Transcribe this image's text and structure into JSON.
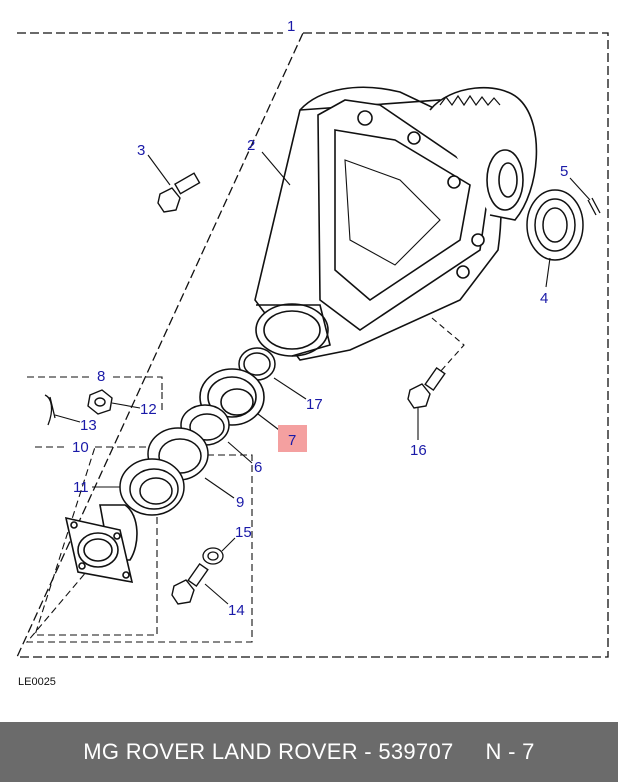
{
  "diagram": {
    "callouts": [
      {
        "id": "1",
        "label": "1"
      },
      {
        "id": "2",
        "label": "2"
      },
      {
        "id": "3",
        "label": "3"
      },
      {
        "id": "4",
        "label": "4"
      },
      {
        "id": "5",
        "label": "5"
      },
      {
        "id": "6",
        "label": "6"
      },
      {
        "id": "7",
        "label": "7"
      },
      {
        "id": "8",
        "label": "8"
      },
      {
        "id": "9",
        "label": "9"
      },
      {
        "id": "10",
        "label": "10"
      },
      {
        "id": "11",
        "label": "11"
      },
      {
        "id": "12",
        "label": "12"
      },
      {
        "id": "13",
        "label": "13"
      },
      {
        "id": "14",
        "label": "14"
      },
      {
        "id": "15",
        "label": "15"
      },
      {
        "id": "16",
        "label": "16"
      },
      {
        "id": "17",
        "label": "17"
      }
    ],
    "highlighted_callout": "7",
    "highlight_color": "#f4a0a0",
    "callout_color": "#1a1aa8",
    "reference_code": "LE0025"
  },
  "footer": {
    "part_text": "MG ROVER LAND ROVER - 539707",
    "page_text": "N - 7",
    "background_color": "#6b6b6b"
  }
}
